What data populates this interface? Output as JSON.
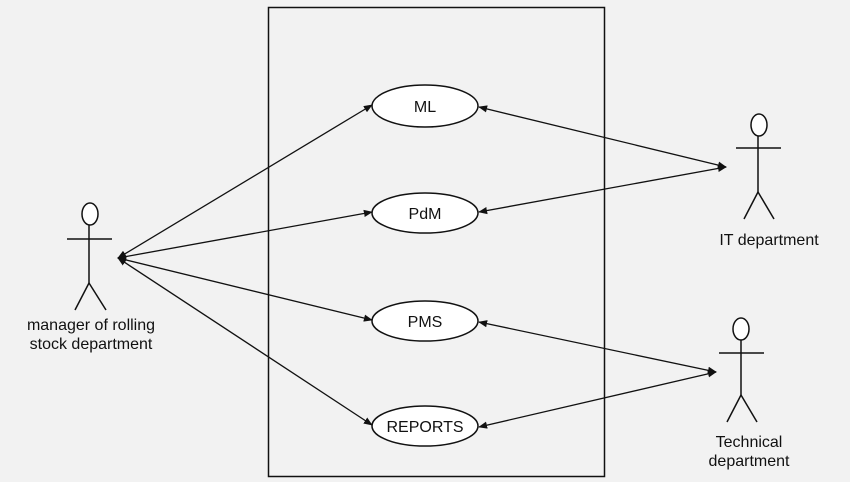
{
  "diagram": {
    "type": "use-case",
    "use_cases": [
      "ML",
      "PdM",
      "PMS",
      "REPORTS"
    ],
    "actors": {
      "manager": {
        "line1": "manager of rolling",
        "line2": "stock department"
      },
      "it": {
        "label": "IT department"
      },
      "technical": {
        "line1": "Technical",
        "line2": "department"
      }
    },
    "associations": [
      {
        "from": "manager",
        "to": "ML"
      },
      {
        "from": "manager",
        "to": "PdM"
      },
      {
        "from": "manager",
        "to": "PMS"
      },
      {
        "from": "manager",
        "to": "REPORTS"
      },
      {
        "from": "it",
        "to": "ML"
      },
      {
        "from": "it",
        "to": "PdM"
      },
      {
        "from": "technical",
        "to": "PMS"
      },
      {
        "from": "technical",
        "to": "REPORTS"
      }
    ],
    "colors": {
      "background": "#f2f2f2",
      "ink": "#111111",
      "ellipse_fill": "#ffffff"
    }
  }
}
